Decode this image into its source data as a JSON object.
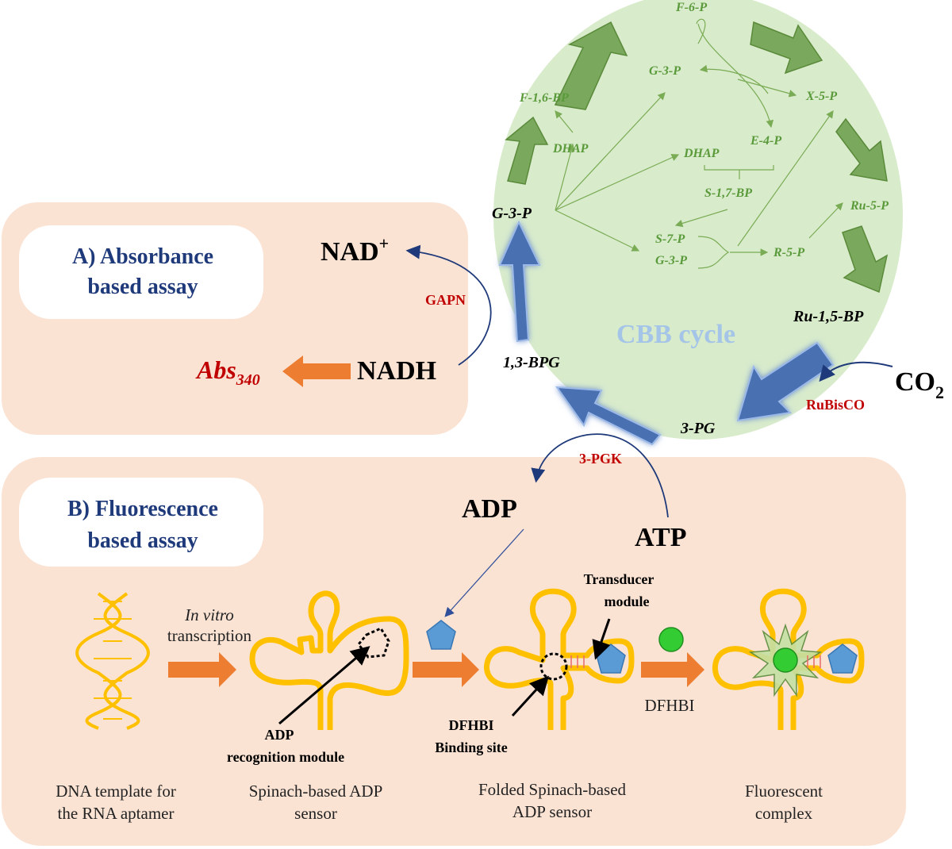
{
  "panel_a": {
    "title_line1": "A) Absorbance",
    "title_line2": "based assay",
    "nad_plus": "NAD",
    "nad_plus_sup": "+",
    "nadh": "NADH",
    "enzyme_gapn": "GAPN",
    "abs": "Abs",
    "abs_sub": "340"
  },
  "panel_b": {
    "title_line1": "B) Fluorescence",
    "title_line2": "based assay",
    "adp": "ADP",
    "atp": "ATP",
    "enzyme_pgk": "3-PGK",
    "in_vitro_1": "In vitro",
    "in_vitro_2": "transcription",
    "adp_module_1": "ADP",
    "adp_module_2": "recognition module",
    "transducer_1": "Transducer",
    "transducer_2": "module",
    "dfhbi_site_1": "DFHBI",
    "dfhbi_site_2": "Binding site",
    "dfhbi": "DFHBI",
    "captions": [
      {
        "l1": "DNA template  for",
        "l2": "the RNA aptamer"
      },
      {
        "l1": "Spinach-based ADP",
        "l2": "sensor"
      },
      {
        "l1": "Folded Spinach-based",
        "l2": "ADP sensor"
      },
      {
        "l1": "Fluorescent",
        "l2": "complex"
      }
    ]
  },
  "cycle": {
    "name": "CBB cycle",
    "co2": "CO",
    "co2_sub": "2",
    "rubisco": "RuBisCO",
    "g3p_main": "G-3-P",
    "bpg": "1,3-BPG",
    "pg3": "3-PG",
    "rubp": "Ru-1,5-BP",
    "inner": {
      "f6p": "F-6-P",
      "g3p_a": "G-3-P",
      "x5p": "X-5-P",
      "f16bp": "F-1,6-BP",
      "dhap_a": "DHAP",
      "dhap_b": "DHAP",
      "e4p": "E-4-P",
      "s17bp": "S-1,7-BP",
      "ru5p": "Ru-5-P",
      "s7p": "S-7-P",
      "g3p_b": "G-3-P",
      "r5p": "R-5-P"
    }
  },
  "colors": {
    "panel_bg": "#fbe3d4",
    "cycle_bg": "#d8ebcb",
    "green_arrow": "#6a9d4a",
    "blue_arrow": "#4a6fb0",
    "orange_arrow": "#ed7d31",
    "rna": "#ffc000",
    "pentagon": "#5b9bd5",
    "dfhbi_dot": "#33cc33",
    "enzyme_red": "#c00000",
    "navy": "#1f3a7a"
  }
}
